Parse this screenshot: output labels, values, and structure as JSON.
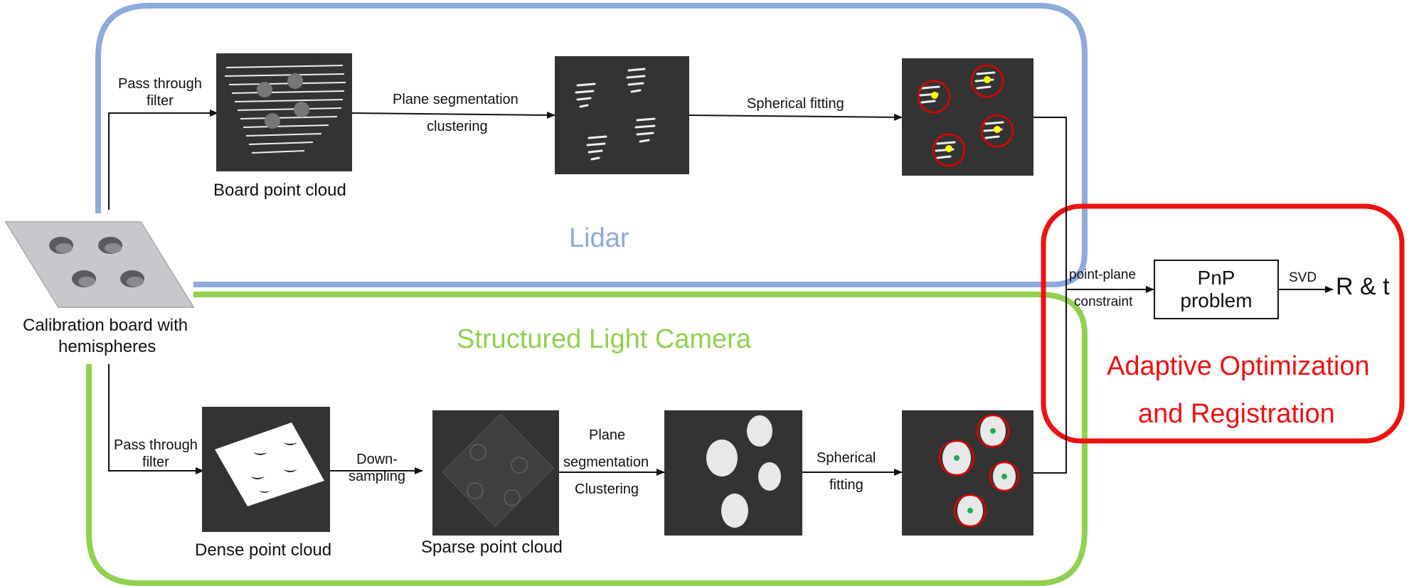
{
  "colors": {
    "lidar": "#8ea9db",
    "camera": "#92d050",
    "optimization": "#ee1111",
    "panel": "#333333",
    "arrow": "#111111",
    "lidar_centers": "#ffff00",
    "camera_centers": "#22aa55"
  },
  "regions": {
    "lidar_title": "Lidar",
    "camera_title": "Structured Light Camera",
    "optimization_title_line1": "Adaptive Optimization",
    "optimization_title_line2": "and Registration"
  },
  "calibration_board": {
    "label_line1": "Calibration board with",
    "label_line2": "hemispheres"
  },
  "lidar_pipeline": {
    "step1_edge": "Pass through\nfilter",
    "panel1_caption": "Board point cloud",
    "step2_edge_line1": "Plane segmentation",
    "step2_edge_line2": "clustering",
    "step3_edge": "Spherical fitting"
  },
  "camera_pipeline": {
    "step1_edge": "Pass through\nfilter",
    "panel1_caption": "Dense point cloud",
    "step2_edge": "Down-\nsampling",
    "panel2_caption": "Sparse point cloud",
    "step3_edge_line1": "Plane",
    "step3_edge_line2": "segmentation",
    "step3_edge_line3": "Clustering",
    "step4_edge_line1": "Spherical",
    "step4_edge_line2": "fitting"
  },
  "optimization": {
    "constraint_line1": "point-plane",
    "constraint_line2": "constraint",
    "box_line1": "PnP",
    "box_line2": "problem",
    "svd_label": "SVD",
    "result": "R & t"
  },
  "icons": [
    "arrow-head-icon",
    "point-cloud-panel",
    "fitted-sphere-marker"
  ]
}
